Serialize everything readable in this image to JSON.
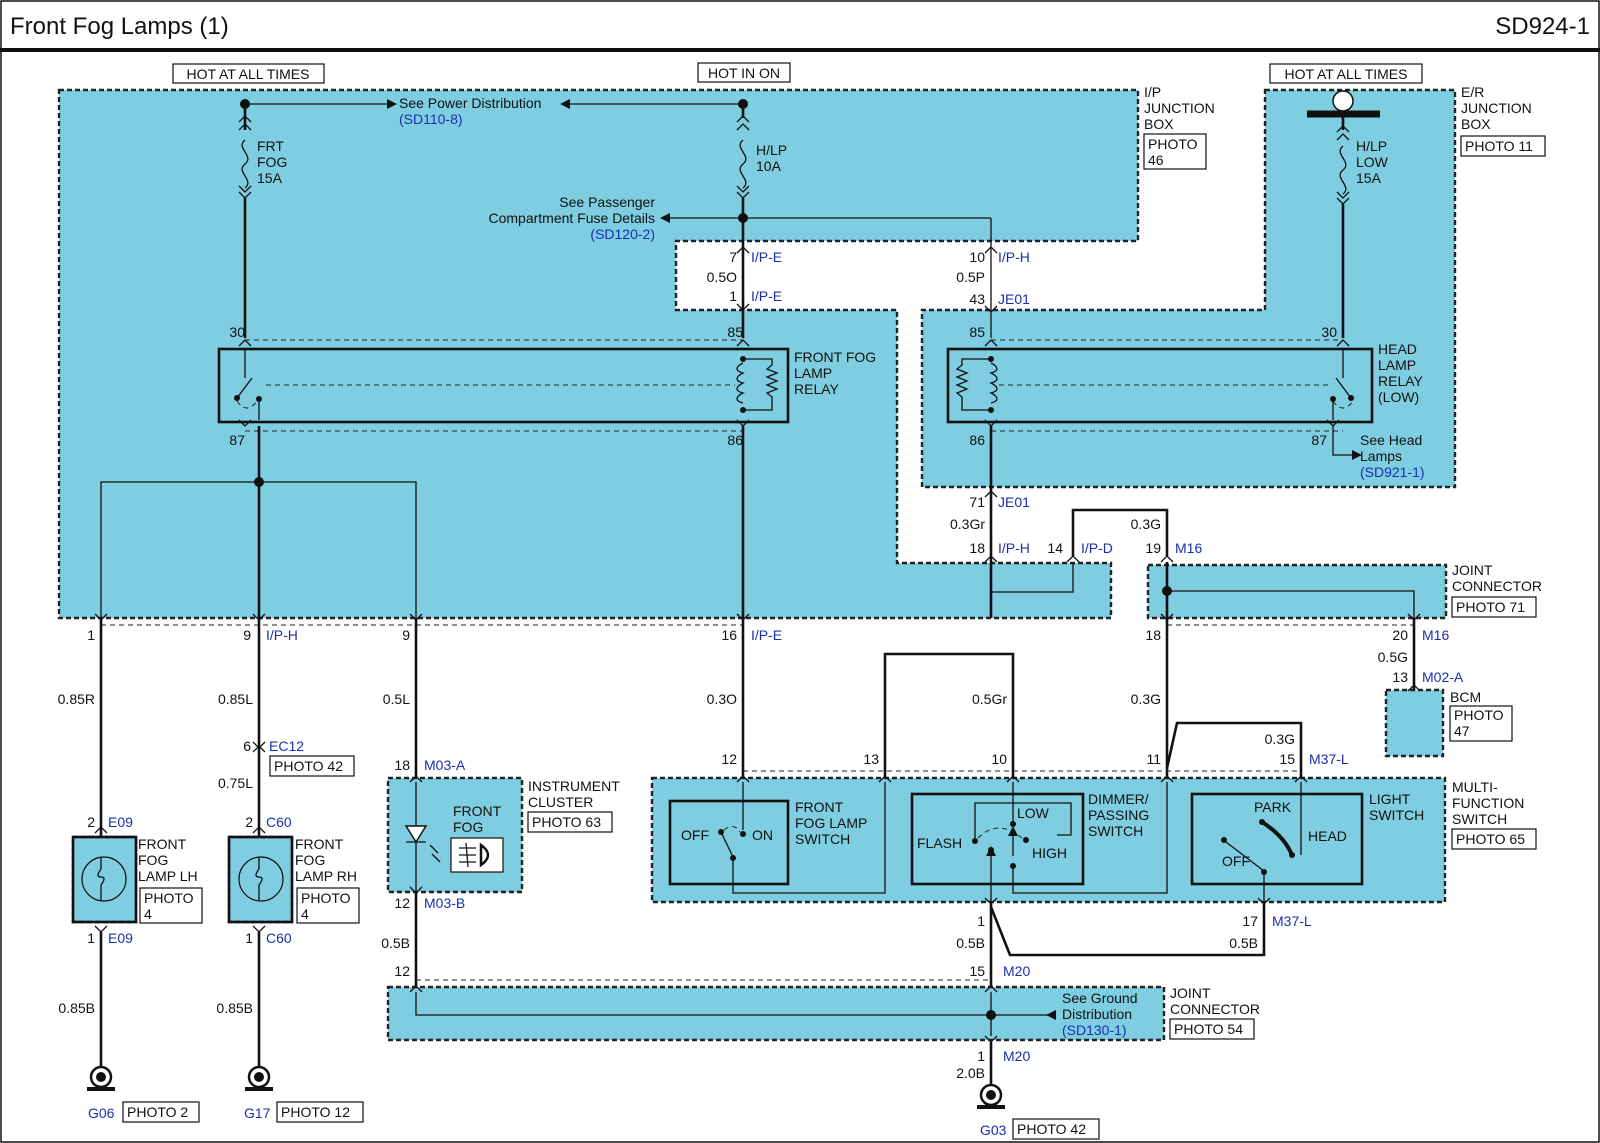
{
  "header": {
    "title": "Front Fog Lamps (1)",
    "code": "SD924-1"
  },
  "power": {
    "hot_all_times": "HOT AT ALL TIMES",
    "hot_in_on": "HOT IN ON",
    "hot_all_times_er": "HOT AT ALL TIMES"
  },
  "ip_junction_box": {
    "name": [
      "I/P",
      "JUNCTION",
      "BOX"
    ],
    "photo": [
      "PHOTO",
      "46"
    ]
  },
  "er_junction_box": {
    "name": [
      "E/R",
      "JUNCTION",
      "BOX"
    ],
    "photo": "PHOTO 11"
  },
  "refs": {
    "power_dist": "See Power Distribution",
    "power_dist_code": "(SD110-8)",
    "fuse_details": [
      "See Passenger",
      "Compartment Fuse Details"
    ],
    "fuse_details_code": "(SD120-2)",
    "head_lamps": [
      "See Head",
      "Lamps"
    ],
    "head_lamps_code": "(SD921-1)",
    "ground_dist": [
      "See Ground",
      "Distribution"
    ],
    "ground_dist_code": "(SD130-1)"
  },
  "fuses": {
    "frt_fog": [
      "FRT",
      "FOG",
      "15A"
    ],
    "hlp": [
      "H/LP",
      "10A"
    ],
    "hlp_low": [
      "H/LP",
      "LOW",
      "15A"
    ]
  },
  "relays": {
    "front_fog": [
      "FRONT FOG",
      "LAMP",
      "RELAY"
    ],
    "head_lamp": [
      "HEAD",
      "LAMP",
      "RELAY",
      "(LOW)"
    ]
  },
  "joint_connector_71": {
    "name": [
      "JOINT",
      "CONNECTOR"
    ],
    "photo": "PHOTO 71"
  },
  "bcm": {
    "name": "BCM",
    "photo": [
      "PHOTO",
      "47"
    ]
  },
  "instrument_cluster": {
    "name": [
      "INSTRUMENT",
      "CLUSTER"
    ],
    "photo": "PHOTO 63",
    "indicator": [
      "FRONT",
      "FOG"
    ]
  },
  "multifunction": {
    "name": [
      "MULTI-",
      "FUNCTION",
      "SWITCH"
    ],
    "photo": "PHOTO 65",
    "fog_switch": [
      "FRONT",
      "FOG LAMP",
      "SWITCH"
    ],
    "off": "OFF",
    "on": "ON",
    "dimmer": [
      "DIMMER/",
      "PASSING",
      "SWITCH"
    ],
    "flash": "FLASH",
    "low": "LOW",
    "high": "HIGH",
    "light": [
      "LIGHT",
      "SWITCH"
    ],
    "park": "PARK",
    "head": "HEAD",
    "light_off": "OFF"
  },
  "joint_connector_54": {
    "name": [
      "JOINT",
      "CONNECTOR"
    ],
    "photo": "PHOTO 54"
  },
  "lamps": {
    "lh": {
      "name": [
        "FRONT",
        "FOG",
        "LAMP LH"
      ],
      "photo": [
        "PHOTO",
        "4"
      ]
    },
    "rh": {
      "name": [
        "FRONT",
        "FOG",
        "LAMP RH"
      ],
      "photo": [
        "PHOTO",
        "4"
      ]
    }
  },
  "grounds": {
    "g06": "G06",
    "g06_photo": "PHOTO 2",
    "g17": "G17",
    "g17_photo": "PHOTO 12",
    "g03": "G03",
    "g03_photo": "PHOTO 42"
  },
  "pins": {
    "p30a": "30",
    "p85a": "85",
    "p87a": "87",
    "p86a": "86",
    "p85b": "85",
    "p30b": "30",
    "p86b": "86",
    "p87b": "87",
    "p7": "7",
    "p1ipe": "1",
    "p10": "10",
    "p43": "43",
    "p71": "71",
    "p18": "18",
    "p14": "14",
    "p19": "19",
    "p20": "20",
    "p13bcm": "13",
    "p1lh": "1",
    "p9a": "9",
    "p9b": "9",
    "p16": "16",
    "p18b": "18",
    "p6": "6",
    "p2a": "2",
    "p2b": "2",
    "p1e09": "1",
    "p1c60": "1",
    "p18m03": "18",
    "p12m03": "12",
    "p12": "12",
    "p13": "13",
    "p10s": "10",
    "p11": "11",
    "p15": "15",
    "p1m": "1",
    "p17": "17",
    "p12jc": "12",
    "p15m20": "15",
    "p1m20": "1"
  },
  "connectors": {
    "ipe1": "I/P-E",
    "ipe2": "I/P-E",
    "iph1": "I/P-H",
    "je01a": "JE01",
    "je01b": "JE01",
    "iph2": "I/P-H",
    "ipd": "I/P-D",
    "m16a": "M16",
    "m16b": "M16",
    "m02a": "M02-A",
    "iph3": "I/P-H",
    "ipe3": "I/P-E",
    "ec12": "EC12",
    "ec12_photo": "PHOTO 42",
    "e09a": "E09",
    "e09b": "E09",
    "c60a": "C60",
    "c60b": "C60",
    "m03a": "M03-A",
    "m03b": "M03-B",
    "m37a": "M37-L",
    "m37b": "M37-L",
    "m20a": "M20",
    "m20b": "M20"
  },
  "wires": {
    "w05o": "0.5O",
    "w05p": "0.5P",
    "w03gr": "0.3Gr",
    "w03g_top": "0.3G",
    "w05g": "0.5G",
    "w085r": "0.85R",
    "w085l": "0.85L",
    "w075l": "0.75L",
    "w05l": "0.5L",
    "w03o": "0.3O",
    "w05gr": "0.5Gr",
    "w03g": "0.3G",
    "w03g_b": "0.3G",
    "w05b_a": "0.5B",
    "w05b_b": "0.5B",
    "w05b_c": "0.5B",
    "w085b_a": "0.85B",
    "w085b_b": "0.85B",
    "w20b": "2.0B"
  }
}
